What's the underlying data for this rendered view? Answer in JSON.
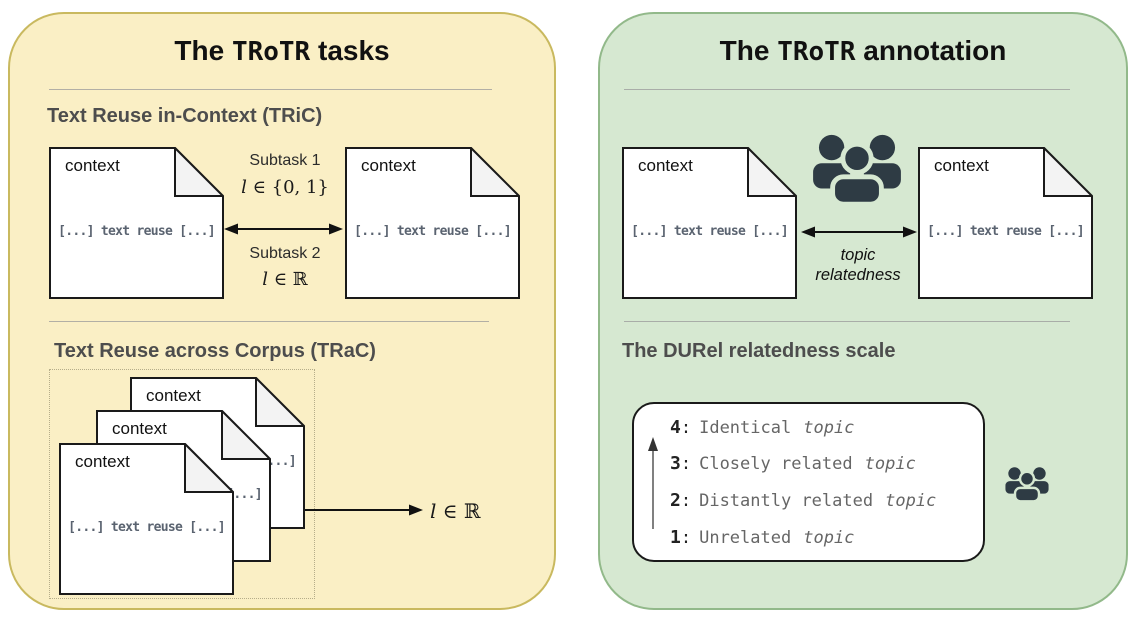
{
  "left_panel": {
    "title": {
      "pre": "The ",
      "mono": "TRoTR",
      "post": " tasks"
    },
    "tric": {
      "heading": "Text Reuse in-Context (TRiC)",
      "doc_label": "context",
      "doc_text": "[...] text reuse [...]",
      "subtask1": {
        "label": "Subtask 1",
        "math_var": "l",
        "math_rest": " ∈ {0, 1}"
      },
      "subtask2": {
        "label": "Subtask 2",
        "math_var": "l",
        "math_rest": " ∈ ℝ"
      }
    },
    "trac": {
      "heading": "Text Reuse across Corpus (TRaC)",
      "doc_label": "context",
      "doc_text": "[...] text reuse [...]",
      "output": {
        "math_var": "l",
        "math_rest": " ∈ ℝ"
      }
    }
  },
  "right_panel": {
    "title": {
      "pre": "The ",
      "mono": "TRoTR",
      "post": " annotation"
    },
    "annotation": {
      "doc_label": "context",
      "doc_text": "[...] text reuse [...]",
      "arrow_label_line1": "topic",
      "arrow_label_line2": "relatedness"
    },
    "scale": {
      "heading": "The DURel relatedness scale",
      "items": [
        {
          "num": "4",
          "label": "Identical",
          "suffix": "topic"
        },
        {
          "num": "3",
          "label": "Closely related",
          "suffix": "topic"
        },
        {
          "num": "2",
          "label": "Distantly related",
          "suffix": "topic"
        },
        {
          "num": "1",
          "label": "Unrelated",
          "suffix": "topic"
        }
      ]
    }
  },
  "colors": {
    "tasks_panel_bg": "#FAEFC5",
    "tasks_panel_border": "#C9B95F",
    "annotation_panel_bg": "#D6E8D1",
    "annotation_panel_border": "#92B98A",
    "doc_border": "#1A1A1A",
    "doc_fill": "#FFFFFF",
    "fold_fill": "#F3F3F3",
    "heading_text": "#4D4D4D",
    "reuse_text": "#5A6370",
    "people_icon": "#2E3B44",
    "scale_label": "#666666",
    "scale_number": "#222222",
    "separator": "#9A9A9A"
  }
}
